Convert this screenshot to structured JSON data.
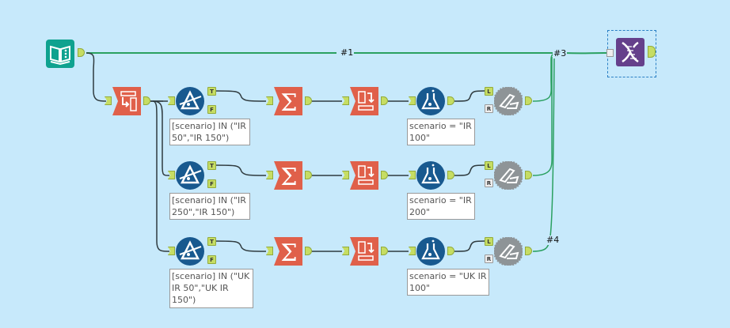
{
  "canvas": {
    "background": "#c7e9fb"
  },
  "colors": {
    "input_teal": "#0fa28f",
    "orange": "#e0604a",
    "blue": "#18598f",
    "gray": "#8e9497",
    "purple": "#65408b",
    "anchor": "#c6dd63",
    "wire_green": "#2aa060",
    "wire_dark": "#2f3b3f"
  },
  "wire_labels": {
    "w1": "#1",
    "w3": "#3",
    "w4": "#4"
  },
  "anchor_labels": {
    "true": "T",
    "false": "F",
    "left": "L",
    "right": "R"
  },
  "tools": {
    "input": {
      "icon": "book-input-icon"
    },
    "select": {
      "icon": "select-records-icon"
    },
    "output": {
      "icon": "dna-macro-output-icon"
    },
    "rows": [
      {
        "filter_annotation": "[scenario] IN (\"IR 50\",\"IR 150\")",
        "formula_annotation": "scenario = \"IR 100\""
      },
      {
        "filter_annotation": "[scenario] IN (\"IR 250\",\"IR 150\")",
        "formula_annotation": "scenario = \"IR 200\""
      },
      {
        "filter_annotation": "[scenario] IN (\"UK IR 50\",\"UK IR 150\")",
        "formula_annotation": "scenario = \"UK IR 100\""
      }
    ]
  }
}
